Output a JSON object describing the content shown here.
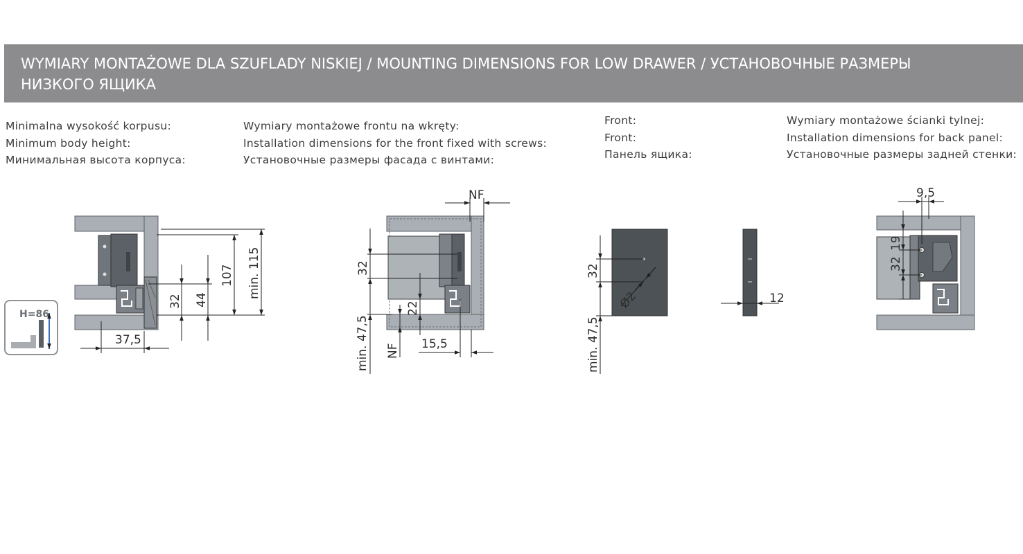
{
  "header": {
    "title": "WYMIARY MONTAŻOWE DLA SZUFLADY NISKIEJ / MOUNTING DIMENSIONS FOR LOW DRAWER / УСТАНОВОЧНЫЕ РАЗМЕРЫ НИЗКОГО ЯЩИКА"
  },
  "sections": [
    {
      "lines": [
        "Minimalna wysokość korpusu:",
        "Minimum body height:",
        "Минимальная высота корпуса:"
      ]
    },
    {
      "lines": [
        "Wymiary montażowe frontu na wkręty:",
        "Installation dimensions for the front fixed with screws:",
        "Установочные размеры фасада с винтами:"
      ]
    },
    {
      "lines": [
        "Front:",
        "Front:",
        "Панель ящика:"
      ]
    },
    {
      "lines": [
        "Wymiary montażowe ścianki tylnej:",
        "Installation dimensions for back panel:",
        "Установочные размеры задней стенки:"
      ]
    }
  ],
  "badge": {
    "label": "H=86"
  },
  "dimensions": {
    "d1": {
      "a": "37,5",
      "b": "32",
      "c": "44",
      "d": "107",
      "e": "min. 115"
    },
    "d2": {
      "nf_top": "NF",
      "a": "32",
      "b": "min. 47,5",
      "c": "NF",
      "d": "22",
      "e": "15,5"
    },
    "d3": {
      "a": "32",
      "b": "min. 47,5",
      "c": "Ø2",
      "d": "12"
    },
    "d4": {
      "a": "9,5",
      "b": "32",
      "c": "19"
    }
  },
  "colors": {
    "header_bg": "#8c8c8e",
    "cabinet_gray": "#a4aab0",
    "panel_dark": "#4d5256",
    "runner_dark": "#55595d",
    "line": "#222222"
  }
}
